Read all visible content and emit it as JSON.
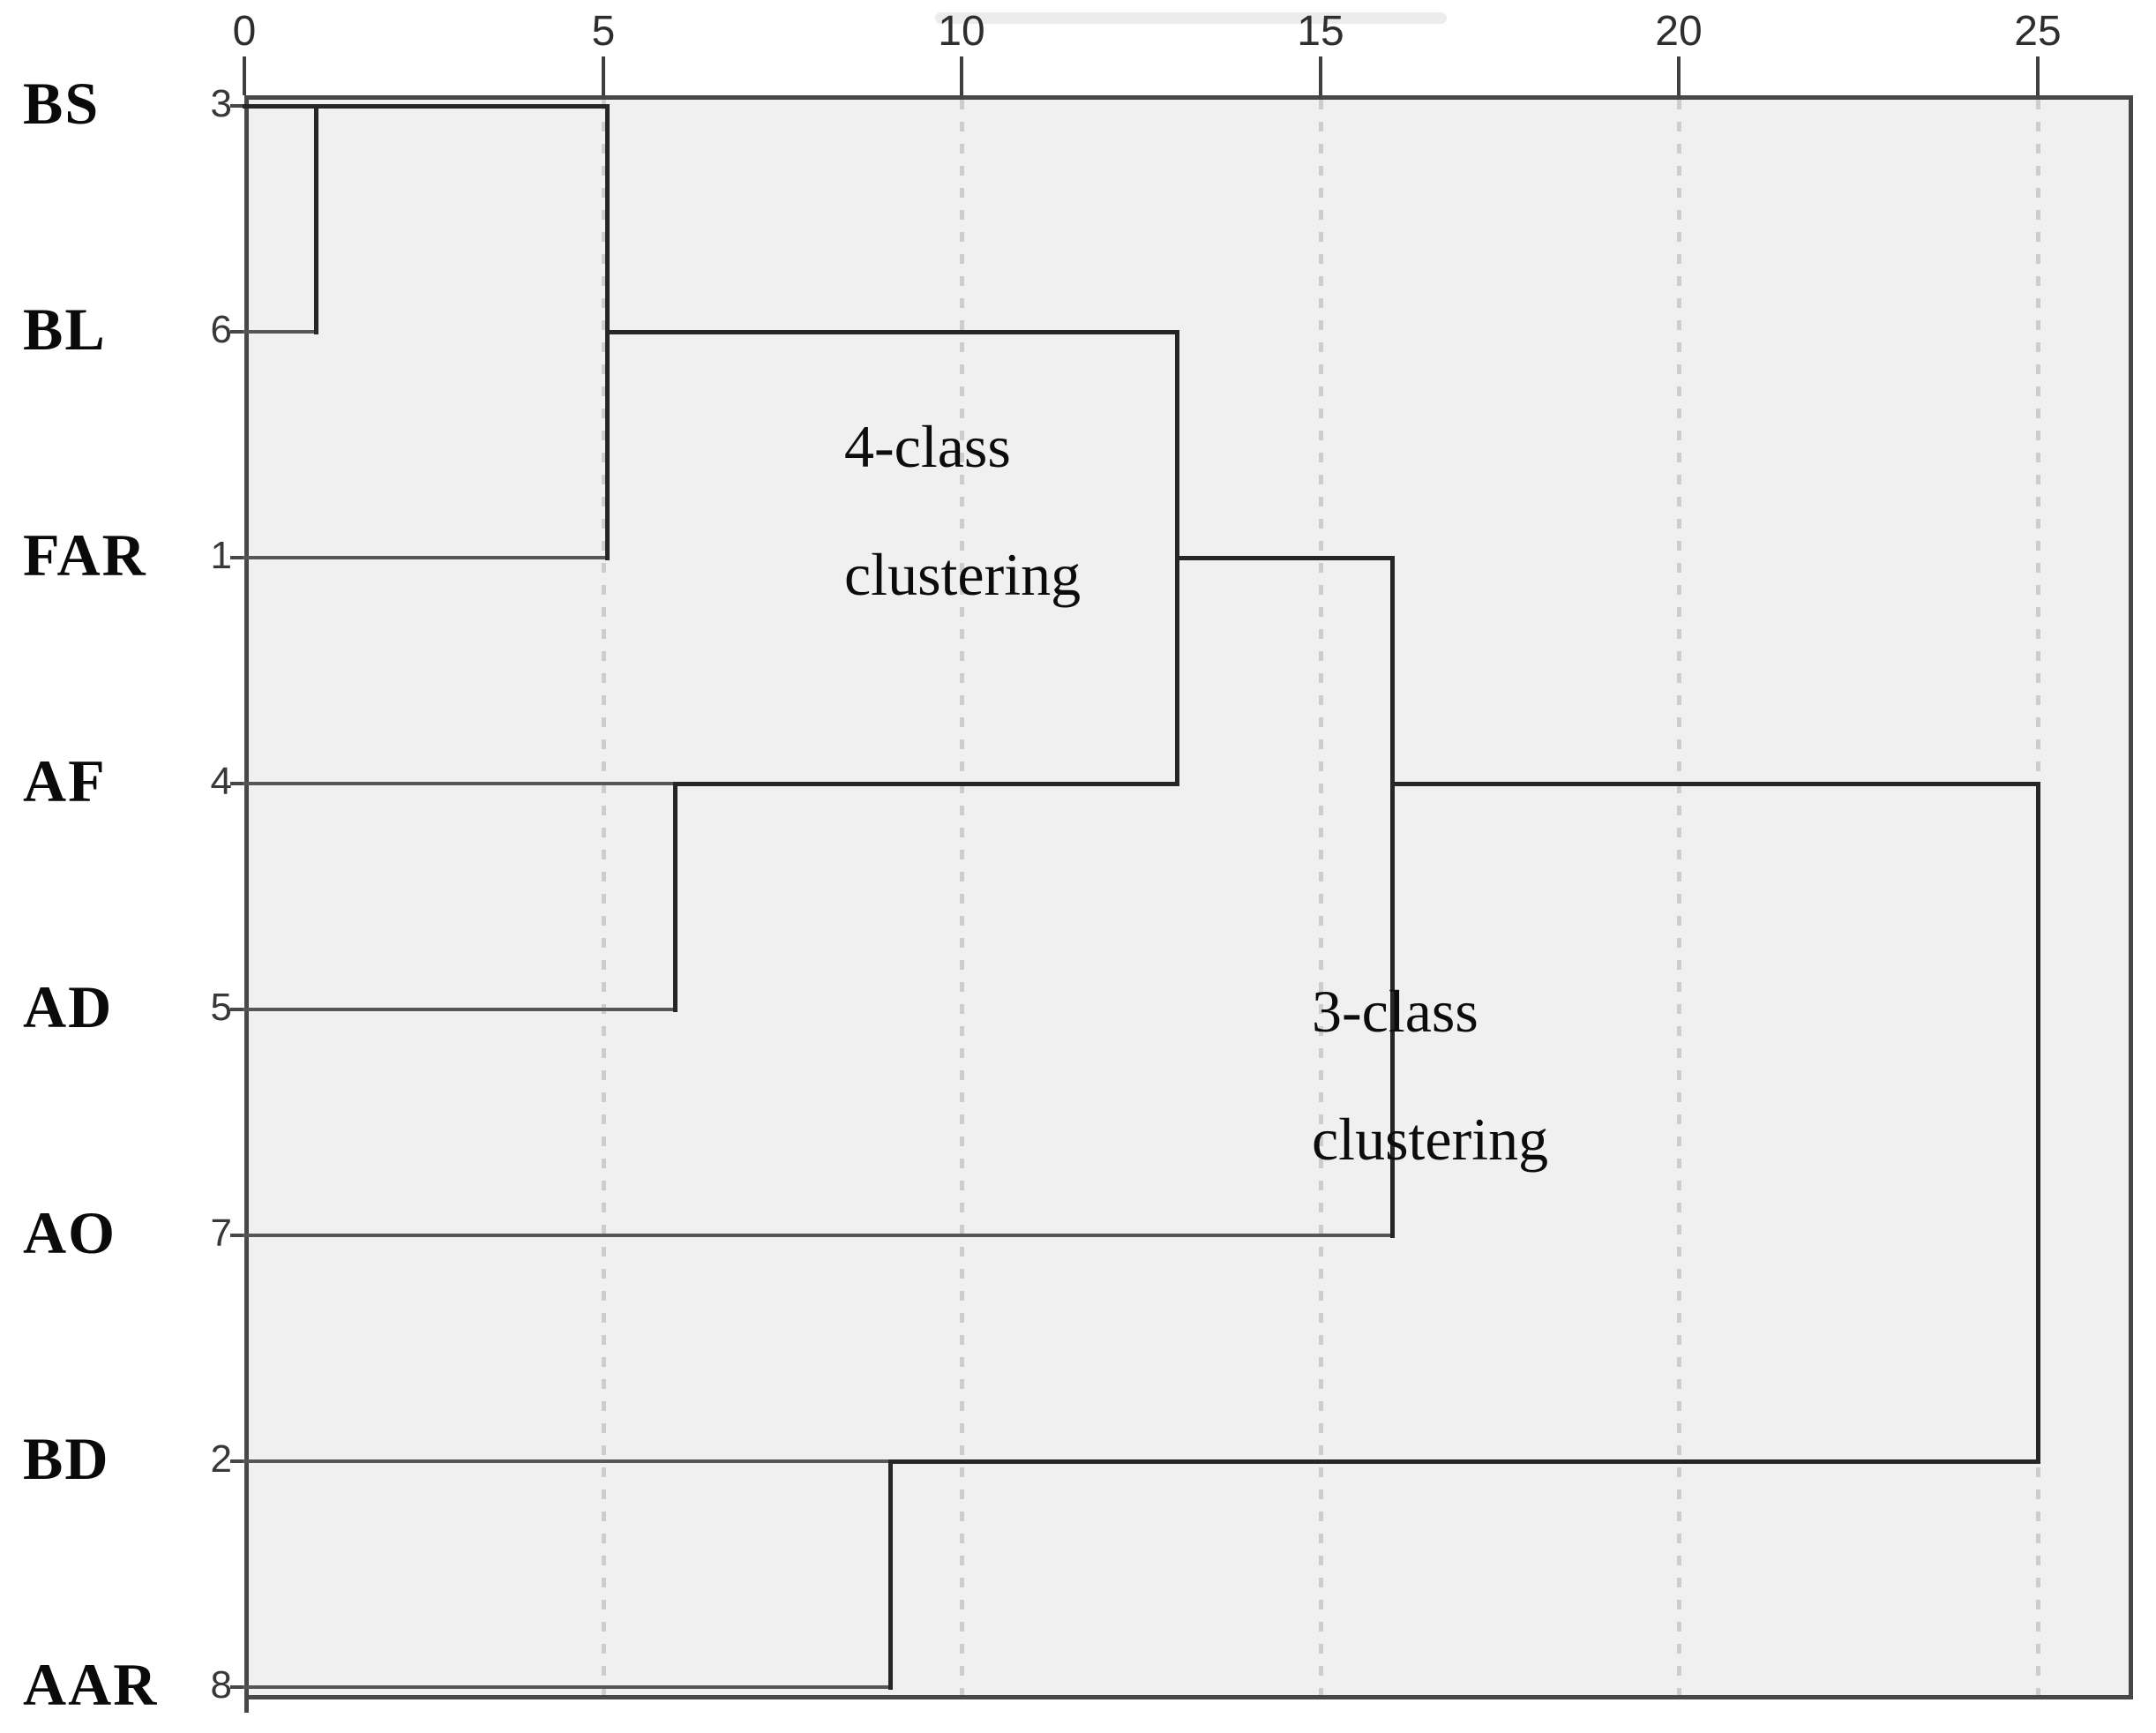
{
  "chart_data": {
    "type": "dendrogram",
    "orientation": "horizontal",
    "title": "",
    "xlabel": "",
    "ylabel": "",
    "x_axis": {
      "range": [
        0,
        25
      ],
      "ticks": [
        0,
        5,
        10,
        15,
        20,
        25
      ],
      "gridlines": [
        5,
        10,
        15,
        20,
        25
      ],
      "grid_style": "dashed"
    },
    "leaves": [
      {
        "label": "BS",
        "case_number": "3"
      },
      {
        "label": "BL",
        "case_number": "6"
      },
      {
        "label": "FAR",
        "case_number": "1"
      },
      {
        "label": "AF",
        "case_number": "4"
      },
      {
        "label": "AD",
        "case_number": "5"
      },
      {
        "label": "AO",
        "case_number": "7"
      },
      {
        "label": "BD",
        "case_number": "2"
      },
      {
        "label": "AAR",
        "case_number": "8"
      }
    ],
    "merges": [
      {
        "clusters": [
          [
            "BS"
          ],
          [
            "BL"
          ]
        ],
        "distance": 1
      },
      {
        "clusters": [
          [
            "BS",
            "BL"
          ],
          [
            "FAR"
          ]
        ],
        "distance": 5
      },
      {
        "clusters": [
          [
            "AF"
          ],
          [
            "AD"
          ]
        ],
        "distance": 6
      },
      {
        "clusters": [
          [
            "BD"
          ],
          [
            "AAR"
          ]
        ],
        "distance": 9
      },
      {
        "clusters": [
          [
            "BS",
            "BL",
            "FAR"
          ],
          [
            "AF",
            "AD"
          ]
        ],
        "distance": 13
      },
      {
        "clusters": [
          [
            "BS",
            "BL",
            "FAR",
            "AF",
            "AD"
          ],
          [
            "AO"
          ]
        ],
        "distance": 16
      },
      {
        "clusters": [
          [
            "BS",
            "BL",
            "FAR",
            "AF",
            "AD",
            "AO"
          ],
          [
            "BD",
            "AAR"
          ]
        ],
        "distance": 25
      }
    ],
    "annotations": [
      {
        "name": "four-class",
        "line1": "4-class",
        "line2": "clustering"
      },
      {
        "name": "three-class",
        "line1": "3-class",
        "line2": "clustering"
      }
    ],
    "render_segments": {
      "horizontal": [
        {
          "row": 0,
          "x1": 0,
          "x2": 5.05,
          "kind": "cluster"
        },
        {
          "row": 1,
          "x1": 0,
          "x2": 1.0,
          "kind": "leaf"
        },
        {
          "row": 2,
          "x1": 0,
          "x2": 5.05,
          "kind": "leaf"
        },
        {
          "row": 3,
          "x1": 0,
          "x2": 6.0,
          "kind": "leaf"
        },
        {
          "row": 3,
          "x1": 6.0,
          "x2": 13.0,
          "kind": "cluster"
        },
        {
          "row": 4,
          "x1": 0,
          "x2": 6.0,
          "kind": "leaf"
        },
        {
          "row": 5,
          "x1": 0,
          "x2": 16.0,
          "kind": "leaf"
        },
        {
          "row": 6,
          "x1": 0,
          "x2": 9.0,
          "kind": "leaf"
        },
        {
          "row": 6,
          "x1": 9.0,
          "x2": 25.0,
          "kind": "cluster"
        },
        {
          "row": 7,
          "x1": 0,
          "x2": 9.0,
          "kind": "leaf"
        },
        {
          "row": 1,
          "x1": 5.05,
          "x2": 13.0,
          "kind": "cluster"
        },
        {
          "row": 2,
          "x1": 13.0,
          "x2": 16.0,
          "kind": "cluster"
        },
        {
          "row": 3,
          "x1": 16.0,
          "x2": 25.0,
          "kind": "cluster"
        }
      ],
      "vertical": [
        {
          "x": 1.0,
          "r1": 0,
          "r2": 1
        },
        {
          "x": 5.05,
          "r1": 0,
          "r2": 2
        },
        {
          "x": 6.0,
          "r1": 3,
          "r2": 4
        },
        {
          "x": 9.0,
          "r1": 6,
          "r2": 7
        },
        {
          "x": 13.0,
          "r1": 1,
          "r2": 3
        },
        {
          "x": 16.0,
          "r1": 2,
          "r2": 5
        },
        {
          "x": 25.0,
          "r1": 3,
          "r2": 6
        }
      ]
    },
    "colors": {
      "plot_background": "#f0f0f0",
      "page_background": "#ffffff",
      "border": "#474747",
      "cluster_line": "#262626",
      "leaf_line": "#575757",
      "gridline": "#cdcdcd",
      "text": "#0a0a0a"
    }
  }
}
